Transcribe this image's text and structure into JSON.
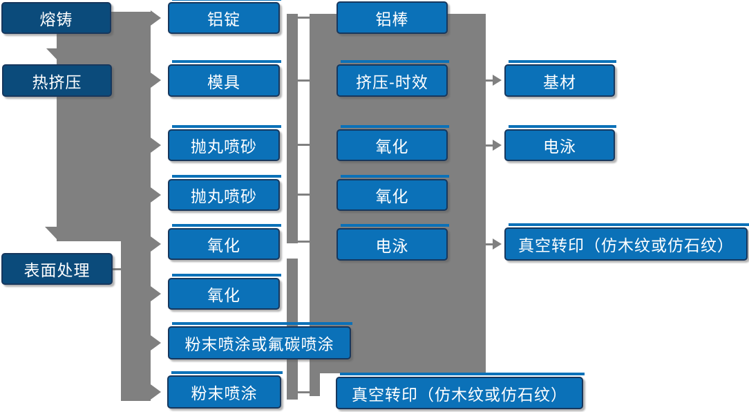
{
  "diagram_type": "process-flowchart",
  "nodes": {
    "c1r1": "熔铸",
    "c1r2": "热挤压",
    "c1r6": "表面处理",
    "c2r1": "铝锭",
    "c2r2": "模具",
    "c2r3": "抛丸喷砂",
    "c2r4": "抛丸喷砂",
    "c2r5": "氧化",
    "c2r6": "氧化",
    "c2r7": "粉末喷涂或氟碳喷涂",
    "c2r8": "粉末喷涂",
    "c3r1": "铝棒",
    "c3r2": "挤压-时效",
    "c3r3": "氧化",
    "c3r4": "氧化",
    "c3r5": "电泳",
    "c3r8": "真空转印（仿木纹或仿石纹）",
    "c4r2": "基材",
    "c4r3": "电泳",
    "c4r5": "真空转印（仿木纹或仿石纹）"
  },
  "colors": {
    "node_bright": "#0b71b8",
    "node_dark": "#0b4b7b",
    "node_border": "#17375d",
    "connector_gray": "#808080",
    "text": "#ffffff"
  }
}
